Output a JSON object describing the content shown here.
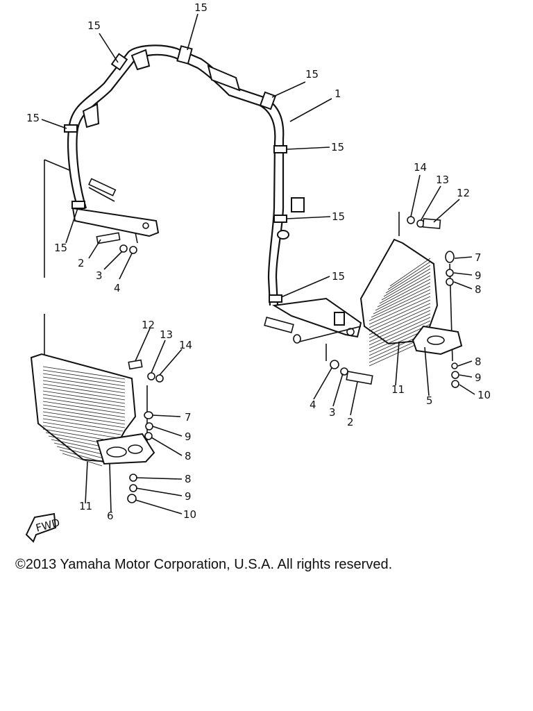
{
  "diagram": {
    "callouts": {
      "c1": "1",
      "c2a": "2",
      "c2b": "2",
      "c3a": "3",
      "c3b": "3",
      "c4a": "4",
      "c4b": "4",
      "c5": "5",
      "c6": "6",
      "c7a": "7",
      "c7b": "7",
      "c8a": "8",
      "c8b": "8",
      "c8c": "8",
      "c8d": "8",
      "c9a": "9",
      "c9b": "9",
      "c9c": "9",
      "c9d": "9",
      "c10a": "10",
      "c10b": "10",
      "c11a": "11",
      "c11b": "11",
      "c12a": "12",
      "c12b": "12",
      "c13a": "13",
      "c13b": "13",
      "c14a": "14",
      "c14b": "14",
      "c15a": "15",
      "c15b": "15",
      "c15c": "15",
      "c15d": "15",
      "c15e": "15",
      "c15f": "15",
      "c15g": "15",
      "c15h": "15"
    },
    "fwd_label": "FWD"
  },
  "footer": {
    "copyright": "©2013 Yamaha Motor Corporation, U.S.A. All rights reserved."
  }
}
